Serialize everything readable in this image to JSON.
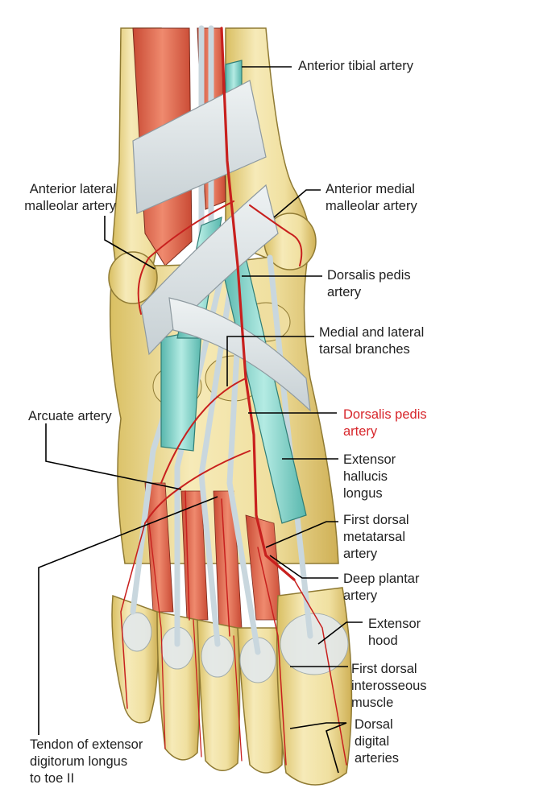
{
  "labels": {
    "anterior_tibial_artery": "Anterior tibial artery",
    "anterior_lateral_malleolar_artery": "Anterior lateral\nmalleolar artery",
    "anterior_medial_malleolar_artery": "Anterior medial\nmalleolar artery",
    "dorsalis_pedis_artery_top": "Dorsalis pedis\nartery",
    "medial_lateral_tarsal_branches": "Medial and lateral\ntarsal branches",
    "arcuate_artery": "Arcuate artery",
    "dorsalis_pedis_artery_red": "Dorsalis pedis\nartery",
    "extensor_hallucis_longus": "Extensor\nhallucis\nlongus",
    "first_dorsal_metatarsal_artery": "First dorsal\nmetatarsal\nartery",
    "deep_plantar_artery": "Deep plantar\nartery",
    "extensor_hood": "Extensor\nhood",
    "first_dorsal_interosseous_muscle": "First dorsal\ninterosseous\nmuscle",
    "tendon_edl_toe_ii": "Tendon of extensor\ndigitorum longus\nto toe II",
    "dorsal_digital_arteries": "Dorsal\ndigital\narteries"
  },
  "colors": {
    "label_text": "#1f1f1f",
    "highlight_label": "#d7262b",
    "bone": "#f1e3a6",
    "bone_shadow": "#d8bd62",
    "muscle": "#e0614a",
    "tendon_sheath": "#8fd6cc",
    "retinaculum": "#dde3e6",
    "artery": "#c8201e",
    "tendon": "#c9d7de",
    "leader_line": "#000000"
  }
}
